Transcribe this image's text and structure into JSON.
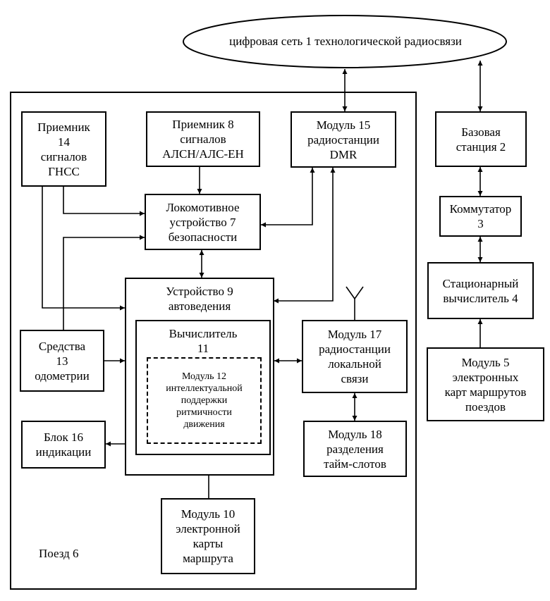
{
  "network": {
    "label": "цифровая сеть 1 технологической радиосвязи"
  },
  "train": {
    "label": "Поезд 6"
  },
  "blocks": {
    "gnss_receiver": [
      "Приемник",
      "14",
      "сигналов",
      "ГНСС"
    ],
    "alsn_receiver": [
      "Приемник 8",
      "сигналов",
      "АЛСН/АЛС-ЕН"
    ],
    "dmr_module": [
      "Модуль 15",
      "радиостанции",
      "DMR"
    ],
    "safety_device": [
      "Локомотивное",
      "устройство 7",
      "безопасности"
    ],
    "autodrive": [
      "Устройство 9",
      "автоведения"
    ],
    "computer": [
      "Вычислитель",
      "11"
    ],
    "rhythm_module": [
      "Модуль 12",
      "интеллектуальной",
      "поддержки",
      "ритмичности",
      "движения"
    ],
    "odometry": [
      "Средства",
      "13",
      "одометрии"
    ],
    "local_radio": [
      "Модуль 17",
      "радиостанции",
      "локальной",
      "связи"
    ],
    "indication": [
      "Блок 16",
      "индикации"
    ],
    "timeslot": [
      "Модуль 18",
      "разделения",
      "тайм-слотов"
    ],
    "route_map": [
      "Модуль 10",
      "электронной",
      "карты",
      "маршрута"
    ],
    "base_station": [
      "Базовая",
      "станция 2"
    ],
    "switch": [
      "Коммутатор",
      "3"
    ],
    "stationary_computer": [
      "Стационарный",
      "вычислитель 4"
    ],
    "e_maps": [
      "Модуль 5",
      "электронных",
      "карт маршрутов",
      "поездов"
    ]
  }
}
